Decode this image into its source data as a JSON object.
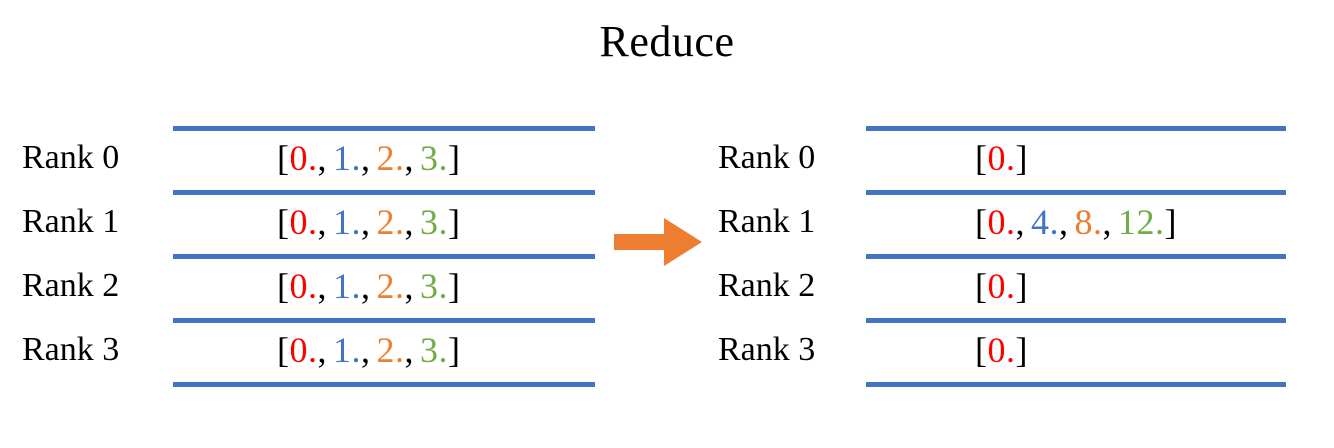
{
  "title": "Reduce",
  "colors": {
    "rule": "#4472C4",
    "arrow": "#ED7D31",
    "v0": "#FF0000",
    "v1": "#4472C4",
    "v2": "#ED7D31",
    "v3": "#70AD47",
    "punctuation": "#000000",
    "text": "#000000",
    "background": "#FFFFFF"
  },
  "left_panel": {
    "rows": [
      {
        "rank": "Rank 0",
        "values": [
          "0.",
          "1.",
          "2.",
          "3."
        ]
      },
      {
        "rank": "Rank 1",
        "values": [
          "0.",
          "1.",
          "2.",
          "3."
        ]
      },
      {
        "rank": "Rank 2",
        "values": [
          "0.",
          "1.",
          "2.",
          "3."
        ]
      },
      {
        "rank": "Rank 3",
        "values": [
          "0.",
          "1.",
          "2.",
          "3."
        ]
      }
    ]
  },
  "right_panel": {
    "rows": [
      {
        "rank": "Rank 0",
        "values": [
          "0."
        ]
      },
      {
        "rank": "Rank 1",
        "values": [
          "0.",
          "4.",
          "8.",
          "12."
        ]
      },
      {
        "rank": "Rank 2",
        "values": [
          "0."
        ]
      },
      {
        "rank": "Rank 3",
        "values": [
          "0."
        ]
      }
    ]
  },
  "arrow": {
    "icon": "right-arrow-icon",
    "direction": "right"
  },
  "brackets": {
    "open": "[",
    "close": "]",
    "separator": ","
  }
}
